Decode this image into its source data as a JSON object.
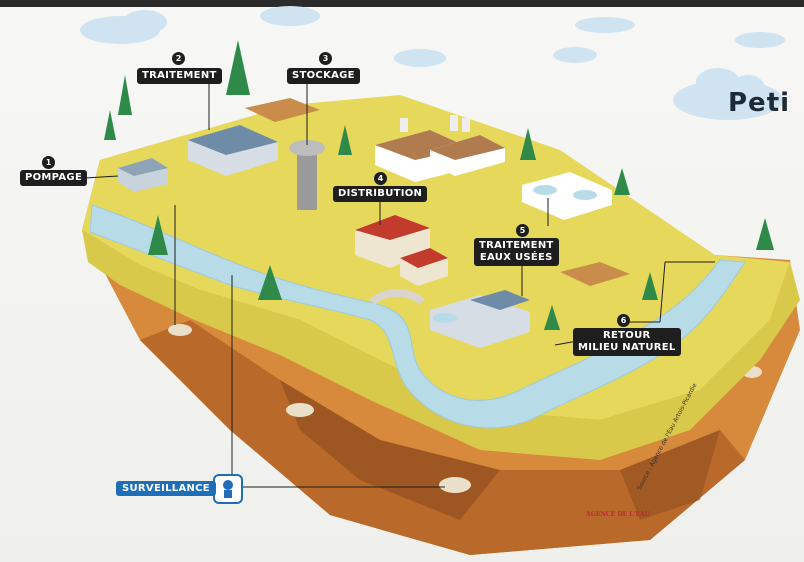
{
  "title": "Peti",
  "steps": [
    {
      "number": "1",
      "label": "POMPAGE"
    },
    {
      "number": "2",
      "label": "TRAITEMENT"
    },
    {
      "number": "3",
      "label": "STOCKAGE"
    },
    {
      "number": "4",
      "label": "DISTRIBUTION"
    },
    {
      "number": "5",
      "label": "TRAITEMENT\nEAUX USÉES"
    },
    {
      "number": "6",
      "label": "RETOUR\nMILIEU NATUREL"
    }
  ],
  "surveillance": "SURVEILLANCE",
  "source": "Source : Agence de l'Eau Artois-Picardie",
  "logo_text": "AGENCE DE L'EAU",
  "colors": {
    "grass": "#e6d85a",
    "soil_top": "#d78a3c",
    "soil_dark": "#8c4a1e",
    "water": "#b8dbe8",
    "label_bg": "#1e1e1e",
    "surveillance_bg": "#1f6fb8",
    "cloud": "#cfe4f0"
  }
}
